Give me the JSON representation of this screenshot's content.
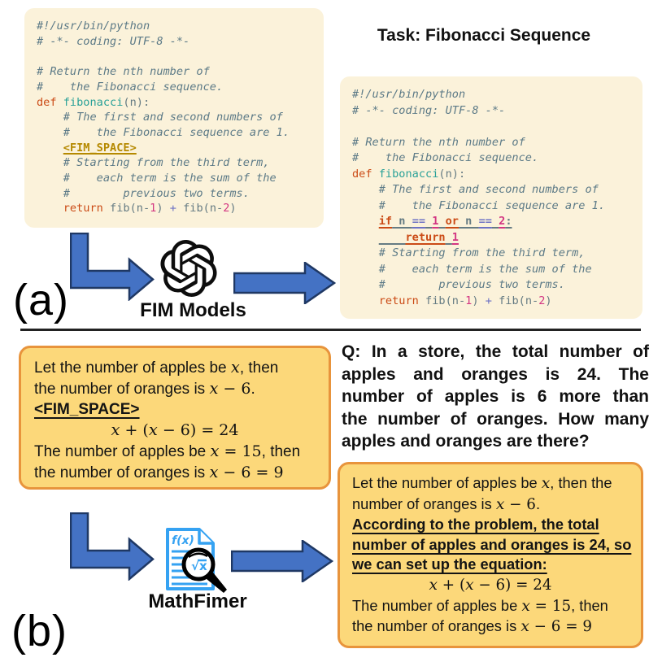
{
  "panel_a": {
    "label": "(a)",
    "task_title": "Task: Fibonacci Sequence",
    "model_label": "FIM Models",
    "model_icon": "openai-logo",
    "left_code": {
      "lines": [
        {
          "tk": [
            {
              "t": "#!/usr/bin/python",
              "c": "cm"
            }
          ]
        },
        {
          "tk": [
            {
              "t": "# -*- coding: UTF-8 -*-",
              "c": "cm"
            }
          ]
        },
        {
          "tk": [
            {
              "t": " ",
              "c": ""
            }
          ]
        },
        {
          "tk": [
            {
              "t": "# Return the nth number of",
              "c": "cm"
            }
          ]
        },
        {
          "tk": [
            {
              "t": "#    the Fibonacci sequence.",
              "c": "cm"
            }
          ]
        },
        {
          "tk": [
            {
              "t": "def",
              "c": "kw"
            },
            {
              "t": " ",
              "c": "bs"
            },
            {
              "t": "fibonacci",
              "c": "fn"
            },
            {
              "t": "(n):",
              "c": "bs"
            }
          ]
        },
        {
          "tk": [
            {
              "t": "    ",
              "c": ""
            },
            {
              "t": "# The first and second numbers of",
              "c": "cm"
            }
          ]
        },
        {
          "tk": [
            {
              "t": "    ",
              "c": ""
            },
            {
              "t": "#    the Fibonacci sequence are 1.",
              "c": "cm"
            }
          ]
        },
        {
          "tk": [
            {
              "t": "    ",
              "c": ""
            },
            {
              "t": "<FIM_SPACE>",
              "c": "fim"
            }
          ]
        },
        {
          "tk": [
            {
              "t": "    ",
              "c": ""
            },
            {
              "t": "# Starting from the third term,",
              "c": "cm"
            }
          ]
        },
        {
          "tk": [
            {
              "t": "    ",
              "c": ""
            },
            {
              "t": "#    each term is the sum of the",
              "c": "cm"
            }
          ]
        },
        {
          "tk": [
            {
              "t": "    ",
              "c": ""
            },
            {
              "t": "#        previous two terms.",
              "c": "cm"
            }
          ]
        },
        {
          "tk": [
            {
              "t": "    ",
              "c": ""
            },
            {
              "t": "return",
              "c": "kw"
            },
            {
              "t": " fib(n-",
              "c": "bs"
            },
            {
              "t": "1",
              "c": "nm"
            },
            {
              "t": ") ",
              "c": "bs"
            },
            {
              "t": "+",
              "c": "op"
            },
            {
              "t": " fib(n-",
              "c": "bs"
            },
            {
              "t": "2",
              "c": "nm"
            },
            {
              "t": ")",
              "c": "bs"
            }
          ]
        }
      ]
    },
    "right_code": {
      "lines": [
        {
          "tk": [
            {
              "t": "#!/usr/bin/python",
              "c": "cm"
            }
          ]
        },
        {
          "tk": [
            {
              "t": "# -*- coding: UTF-8 -*-",
              "c": "cm"
            }
          ]
        },
        {
          "tk": [
            {
              "t": " ",
              "c": ""
            }
          ]
        },
        {
          "tk": [
            {
              "t": "# Return the nth number of",
              "c": "cm"
            }
          ]
        },
        {
          "tk": [
            {
              "t": "#    the Fibonacci sequence.",
              "c": "cm"
            }
          ]
        },
        {
          "tk": [
            {
              "t": "def",
              "c": "kw"
            },
            {
              "t": " ",
              "c": "bs"
            },
            {
              "t": "fibonacci",
              "c": "fn"
            },
            {
              "t": "(n):",
              "c": "bs"
            }
          ]
        },
        {
          "tk": [
            {
              "t": "    ",
              "c": ""
            },
            {
              "t": "# The first and second numbers of",
              "c": "cm"
            }
          ]
        },
        {
          "tk": [
            {
              "t": "    ",
              "c": ""
            },
            {
              "t": "#    the Fibonacci sequence are 1.",
              "c": "cm"
            }
          ]
        },
        {
          "tk": [
            {
              "t": "    ",
              "c": ""
            },
            {
              "t": "if",
              "c": "kw u"
            },
            {
              "t": " n ",
              "c": "bs u"
            },
            {
              "t": "==",
              "c": "op u"
            },
            {
              "t": " ",
              "c": "bs u"
            },
            {
              "t": "1",
              "c": "nm u"
            },
            {
              "t": " ",
              "c": "bs u"
            },
            {
              "t": "or",
              "c": "kw u"
            },
            {
              "t": " n ",
              "c": "bs u"
            },
            {
              "t": "==",
              "c": "op u"
            },
            {
              "t": " ",
              "c": "bs u"
            },
            {
              "t": "2",
              "c": "nm u"
            },
            {
              "t": ":",
              "c": "bs u"
            }
          ]
        },
        {
          "tk": [
            {
              "t": "    ",
              "c": ""
            },
            {
              "t": "    ",
              "c": "bs u"
            },
            {
              "t": "return",
              "c": "kw u"
            },
            {
              "t": " ",
              "c": "bs u"
            },
            {
              "t": "1",
              "c": "nm u"
            }
          ]
        },
        {
          "tk": [
            {
              "t": "    ",
              "c": ""
            },
            {
              "t": "# Starting from the third term,",
              "c": "cm"
            }
          ]
        },
        {
          "tk": [
            {
              "t": "    ",
              "c": ""
            },
            {
              "t": "#    each term is the sum of the",
              "c": "cm"
            }
          ]
        },
        {
          "tk": [
            {
              "t": "    ",
              "c": ""
            },
            {
              "t": "#        previous two terms.",
              "c": "cm"
            }
          ]
        },
        {
          "tk": [
            {
              "t": "    ",
              "c": ""
            },
            {
              "t": "return",
              "c": "kw"
            },
            {
              "t": " fib(n-",
              "c": "bs"
            },
            {
              "t": "1",
              "c": "nm"
            },
            {
              "t": ") ",
              "c": "bs"
            },
            {
              "t": "+",
              "c": "op"
            },
            {
              "t": " fib(n-",
              "c": "bs"
            },
            {
              "t": "2",
              "c": "nm"
            },
            {
              "t": ")",
              "c": "bs"
            }
          ]
        }
      ]
    }
  },
  "panel_b": {
    "label": "(b)",
    "model_label": "MathFimer",
    "model_icon": "math-document-magnifier",
    "icon_text_top": "f(x)",
    "icon_text_lens": "√x",
    "question_lines": [
      "Q: In a store, the total number of",
      "apples and oranges is 24. The",
      "number of apples is 6 more than",
      "the number of oranges. How many",
      "apples and oranges are there?"
    ],
    "left_box": {
      "lines": [
        {
          "tk": [
            {
              "t": "Let the number of apples be ",
              "c": ""
            },
            {
              "t": "x",
              "c": "mi"
            },
            {
              "t": ", then",
              "c": ""
            }
          ]
        },
        {
          "tk": [
            {
              "t": "the number of oranges is ",
              "c": ""
            },
            {
              "t": "x",
              "c": "mi"
            },
            {
              "t": " − 6",
              "c": "ms"
            },
            {
              "t": ".",
              "c": ""
            }
          ]
        },
        {
          "tk": [
            {
              "t": "<FIM_SPACE>",
              "c": "bu"
            }
          ]
        },
        {
          "cls": "ctr",
          "tk": [
            {
              "t": "x",
              "c": "mi"
            },
            {
              "t": " + (",
              "c": "ms"
            },
            {
              "t": "x",
              "c": "mi"
            },
            {
              "t": " − 6) = 24",
              "c": "ms"
            }
          ]
        },
        {
          "tk": [
            {
              "t": "The number of apples be ",
              "c": ""
            },
            {
              "t": "x",
              "c": "mi"
            },
            {
              "t": " = 15",
              "c": "ms"
            },
            {
              "t": ", then",
              "c": ""
            }
          ]
        },
        {
          "tk": [
            {
              "t": "the number of oranges is ",
              "c": ""
            },
            {
              "t": "x",
              "c": "mi"
            },
            {
              "t": " − 6 = 9",
              "c": "ms"
            }
          ]
        }
      ]
    },
    "right_box": {
      "lines": [
        {
          "tk": [
            {
              "t": "Let the number of apples be ",
              "c": ""
            },
            {
              "t": "x",
              "c": "mi"
            },
            {
              "t": ", then the",
              "c": ""
            }
          ]
        },
        {
          "tk": [
            {
              "t": "number of oranges is ",
              "c": ""
            },
            {
              "t": "x",
              "c": "mi"
            },
            {
              "t": " − 6",
              "c": "ms"
            },
            {
              "t": ".",
              "c": ""
            }
          ]
        },
        {
          "tk": [
            {
              "t": "According to the problem, the total",
              "c": "bu"
            }
          ]
        },
        {
          "tk": [
            {
              "t": "number of apples and oranges is 24, so",
              "c": "bu"
            }
          ]
        },
        {
          "tk": [
            {
              "t": "we can set up the equation:",
              "c": "bu"
            }
          ]
        },
        {
          "cls": "ctr",
          "tk": [
            {
              "t": "x",
              "c": "mi"
            },
            {
              "t": " + (",
              "c": "ms"
            },
            {
              "t": "x",
              "c": "mi"
            },
            {
              "t": " − 6) = 24",
              "c": "ms"
            }
          ]
        },
        {
          "tk": [
            {
              "t": "The number of apples be ",
              "c": ""
            },
            {
              "t": "x",
              "c": "mi"
            },
            {
              "t": " = 15",
              "c": "ms"
            },
            {
              "t": ", then",
              "c": ""
            }
          ]
        },
        {
          "tk": [
            {
              "t": "the number of oranges is ",
              "c": ""
            },
            {
              "t": "x",
              "c": "mi"
            },
            {
              "t": " − 6 = 9",
              "c": "ms"
            }
          ]
        }
      ]
    }
  },
  "palette": {
    "code_bg": "#fbf2da",
    "comment": "#5c7a87",
    "keyword_orange": "#cb4b16",
    "function_cyan": "#2aa198",
    "number_magenta": "#d33682",
    "operator_violet": "#6c71c4",
    "code_base": "#657b83",
    "fim_token_yellow": "#b58900",
    "arrow_fill": "#4472C4",
    "arrow_stroke": "#1F3864",
    "math_box_fill": "#FCD87A",
    "math_box_border": "#E8943C",
    "icon_blue": "#35A2F2"
  }
}
